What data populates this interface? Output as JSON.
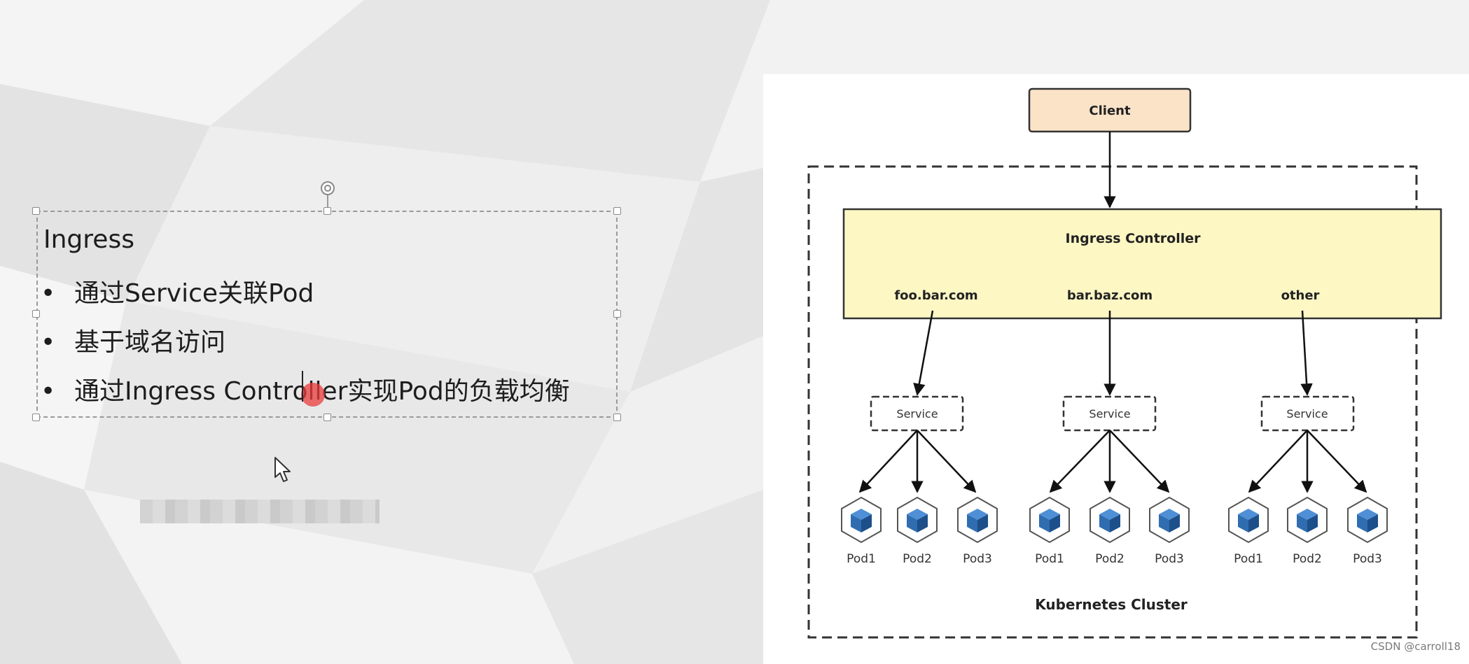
{
  "slide": {
    "textbox": {
      "title": "Ingress",
      "bullets": [
        "通过Service关联Pod",
        "基于域名访问",
        "通过Ingress Controller实现Pod的负载均衡"
      ]
    }
  },
  "diagram": {
    "client_label": "Client",
    "controller_label": "Ingress Controller",
    "hosts": [
      "foo.bar.com",
      "bar.baz.com",
      "other"
    ],
    "service_label": "Service",
    "pod_labels": [
      "Pod1",
      "Pod2",
      "Pod3"
    ],
    "cluster_label": "Kubernetes Cluster",
    "colors": {
      "client_fill": "#fbe3c8",
      "controller_fill": "#fdf7c4",
      "pod_blue": "#2f6db0"
    }
  },
  "watermark": "CSDN @carroll18"
}
